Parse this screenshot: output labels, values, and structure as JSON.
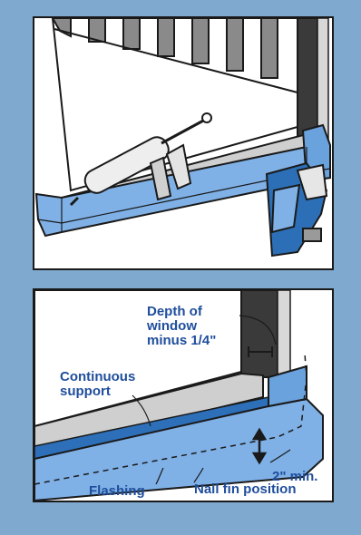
{
  "colors": {
    "background": "#7fa9cf",
    "flashing": "#7fb0e6",
    "flashing_dark": "#2d6fb8",
    "label_text": "#1f4e9c",
    "outline": "#1a1a1a",
    "shade": "#cfcfcf"
  },
  "top_panel": {
    "illustration": [
      "window-frame",
      "caulk-gun-icon",
      "stapler-icon",
      "sill-flashing"
    ]
  },
  "bottom_panel": {
    "labels": {
      "depth": "Depth of\nwindow\nminus 1/4\"",
      "support": "Continuous\nsupport",
      "min": "2\" min.",
      "flashing": "Flashing",
      "nail_fin": "Nail fin position"
    }
  }
}
